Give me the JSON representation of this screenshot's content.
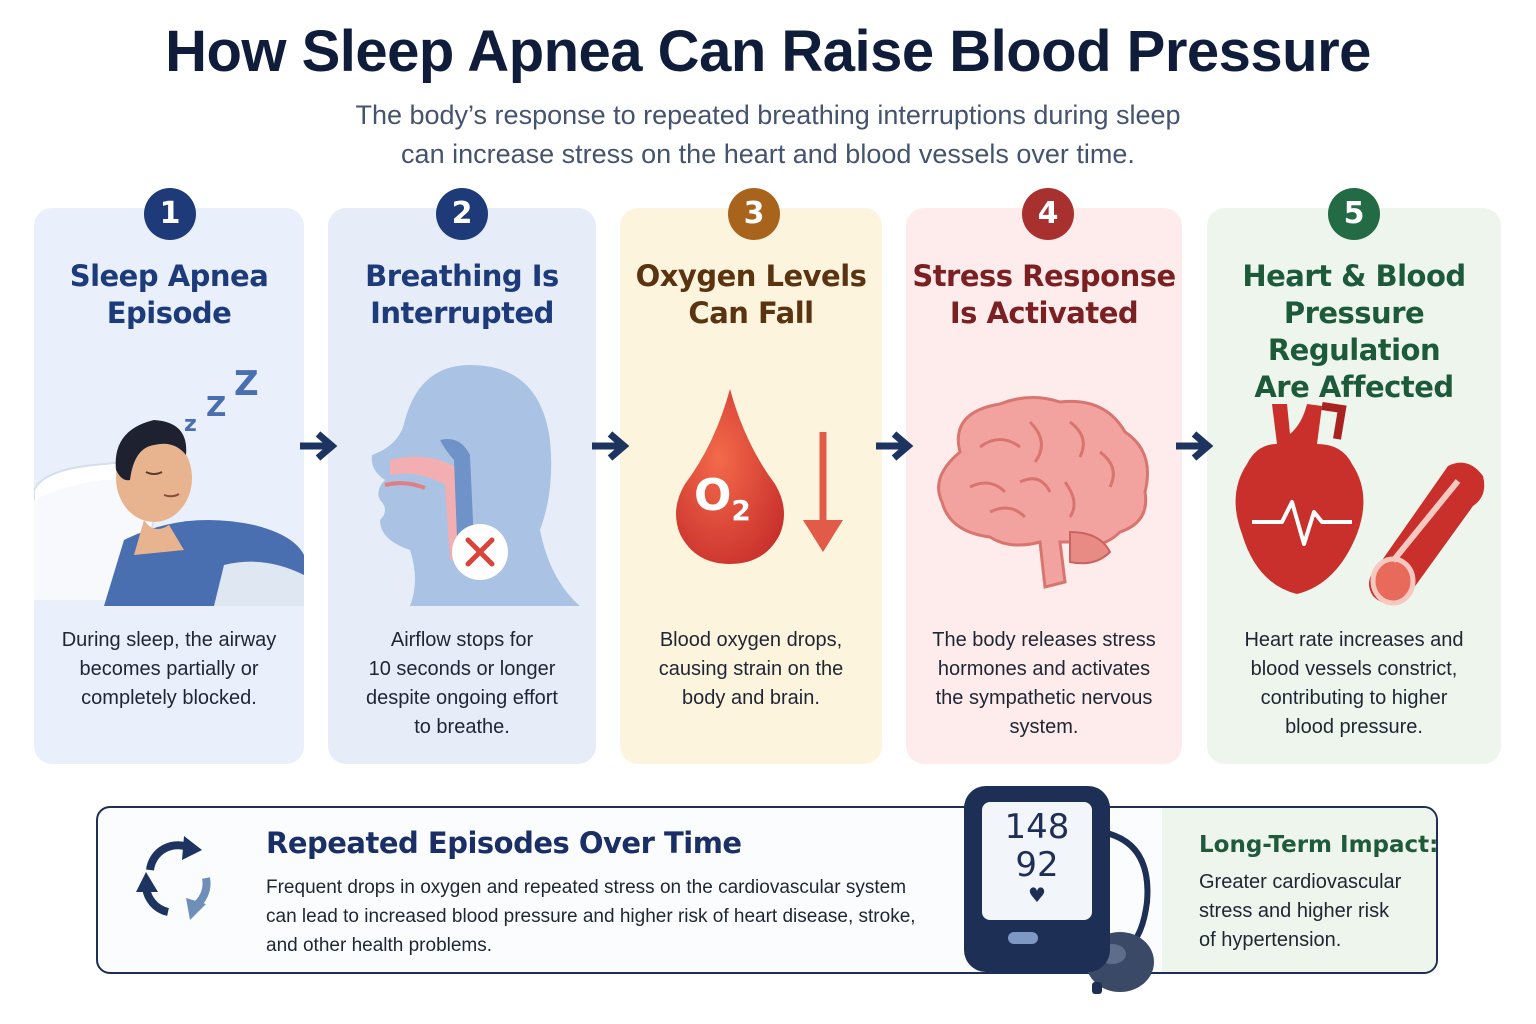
{
  "header": {
    "title": "How Sleep Apnea Can Raise Blood Pressure",
    "subtitle_line1": "The body’s response to repeated breathing interruptions during sleep",
    "subtitle_line2": "can increase stress on the heart and blood vessels over time."
  },
  "steps": [
    {
      "number": "1",
      "title_line1": "Sleep Apnea",
      "title_line2": "Episode",
      "title_line3": "",
      "text_lines": [
        "During sleep, the airway",
        "becomes partially or",
        "completely blocked."
      ],
      "color": "#1d3a7a",
      "bg": "#e9f0fb"
    },
    {
      "number": "2",
      "title_line1": "Breathing Is",
      "title_line2": "Interrupted",
      "title_line3": "",
      "text_lines": [
        "Airflow stops for",
        "10 seconds or longer",
        "despite ongoing effort",
        "to breathe."
      ],
      "color": "#1d3a7a",
      "bg": "#e7eef9"
    },
    {
      "number": "3",
      "title_line1": "Oxygen Levels",
      "title_line2": "Can Fall",
      "title_line3": "",
      "text_lines": [
        "Blood oxygen drops,",
        "causing strain on the",
        "body and brain."
      ],
      "color": "#5a3410",
      "bg": "#fdf5e1",
      "badge": "#a8641c"
    },
    {
      "number": "4",
      "title_line1": "Stress Response",
      "title_line2": "Is Activated",
      "title_line3": "",
      "text_lines": [
        "The body releases stress",
        "hormones and activates",
        "the sympathetic nervous",
        "system."
      ],
      "color": "#7a1f22",
      "bg": "#fdeceb",
      "badge": "#a8312f"
    },
    {
      "number": "5",
      "title_line1": "Heart & Blood",
      "title_line2": "Pressure Regulation",
      "title_line3": "Are Affected",
      "text_lines": [
        "Heart rate increases and",
        "blood vessels constrict,",
        "contributing to higher",
        "blood pressure."
      ],
      "color": "#1d5a3a",
      "bg": "#edf5ec",
      "badge": "#236b45"
    }
  ],
  "illustrations": {
    "o2_label": "O",
    "o2_sub": "2",
    "zzz": [
      "z",
      "Z",
      "Z"
    ]
  },
  "bottom": {
    "repeat_title": "Repeated Episodes Over Time",
    "repeat_lines": [
      "Frequent drops in oxygen and repeated stress on the cardiovascular system",
      "can lead to increased blood pressure and higher risk of heart disease, stroke,",
      "and other health problems."
    ],
    "monitor_systolic": "148",
    "monitor_diastolic": "92",
    "impact_title": "Long-Term Impact:",
    "impact_lines": [
      "Greater cardiovascular",
      "stress and higher risk",
      "of hypertension."
    ]
  },
  "colors": {
    "navy": "#1d2f55",
    "arrow": "#1d3461",
    "red": "#d9433a",
    "brain_pink": "#f2a3a0"
  }
}
